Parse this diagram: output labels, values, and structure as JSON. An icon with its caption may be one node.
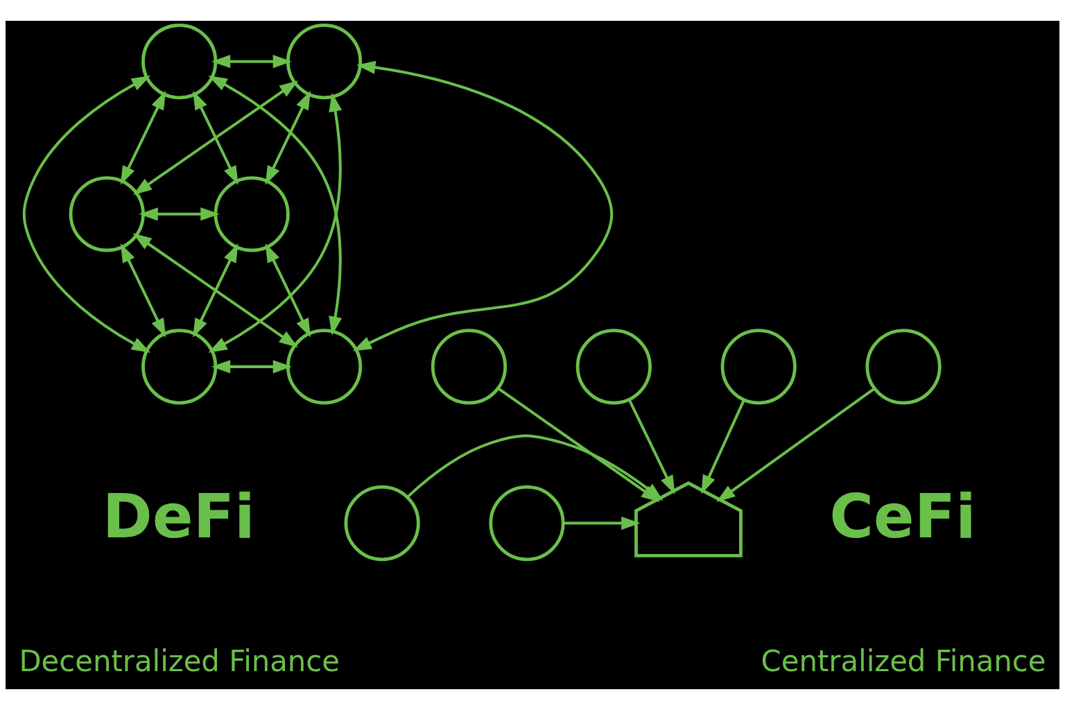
{
  "diagram": {
    "nodes": [
      {
        "text": [],
        "shape": "person"
      },
      {
        "text": [],
        "shape": "person"
      },
      {
        "text": [],
        "shape": "person"
      },
      {
        "text": [],
        "shape": "person"
      },
      {
        "text": [],
        "shape": "person"
      },
      {
        "text": [],
        "shape": "person"
      },
      {
        "text": [],
        "shape": "person"
      },
      {
        "text": [],
        "shape": "person"
      },
      {
        "text": [],
        "shape": "person"
      },
      {
        "text": [],
        "shape": "bank"
      },
      {
        "text": [],
        "shape": "person"
      },
      {
        "text": [],
        "shape": "person"
      },
      {
        "text": [],
        "shape": "person"
      }
    ],
    "edges": [
      {
        "from": 0,
        "to": 1,
        "arrow": "both"
      },
      {
        "from": 0,
        "to": 2,
        "arrow": "both"
      },
      {
        "from": 0,
        "to": 3,
        "arrow": "both"
      },
      {
        "from": 0,
        "to": 4,
        "arrow": "both"
      },
      {
        "from": 0,
        "to": 5,
        "arrow": "both"
      },
      {
        "from": 1,
        "to": 2,
        "arrow": "both"
      },
      {
        "from": 1,
        "to": 3,
        "arrow": "both"
      },
      {
        "from": 1,
        "to": 4,
        "arrow": "both"
      },
      {
        "from": 1,
        "to": 5,
        "arrow": "both"
      },
      {
        "from": 2,
        "to": 3,
        "arrow": "both"
      },
      {
        "from": 2,
        "to": 4,
        "arrow": "both"
      },
      {
        "from": 2,
        "to": 5,
        "arrow": "both"
      },
      {
        "from": 3,
        "to": 4,
        "arrow": "both"
      },
      {
        "from": 3,
        "to": 5,
        "arrow": "both"
      },
      {
        "from": 4,
        "to": 5,
        "arrow": "both"
      },
      {
        "from": 6,
        "to": 9,
        "arrow": "to"
      },
      {
        "from": 7,
        "to": 9,
        "arrow": "to"
      },
      {
        "from": 8,
        "to": 9,
        "arrow": "to"
      },
      {
        "from": 10,
        "to": 9,
        "arrow": "to"
      },
      {
        "from": 11,
        "to": 9,
        "arrow": "to"
      },
      {
        "from": 12,
        "to": 9,
        "arrow": "to"
      }
    ],
    "labels": [
      "DeFi",
      "Decentralized Finance",
      "CeFi",
      "Centralized Finance"
    ]
  }
}
